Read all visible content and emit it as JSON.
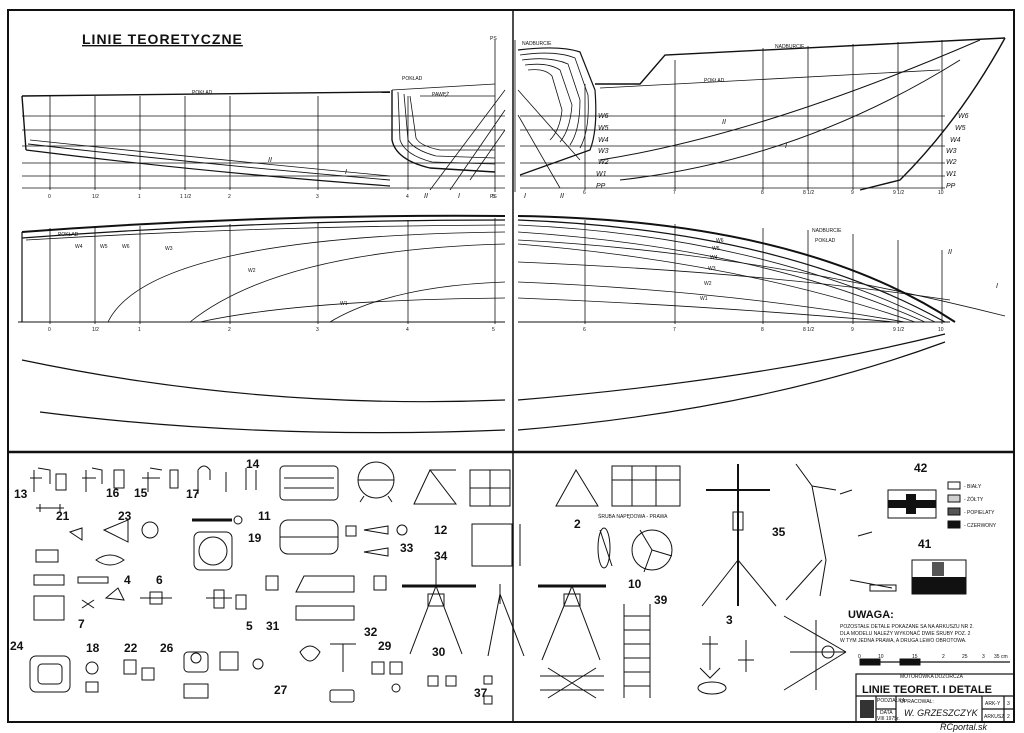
{
  "sheet": {
    "title": "LINIE TEORETYCZNE",
    "watermark": "RCportal.sk"
  },
  "profile_view": {
    "labels": {
      "pokl_stern": "POKŁAD",
      "pokl_mid": "POKŁAD",
      "nadburcie_mid": "NADBURCIE",
      "nadburcie_bow": "NADBURCIE",
      "pawez": "PAWĘŻ",
      "pokl_bow": "POKŁAD",
      "line_ii": "II",
      "line_i": "I",
      "bow_line_ii": "II",
      "bow_line_i": "I"
    },
    "stations_left": [
      "0",
      "1/2",
      "1",
      "1 1/2",
      "2",
      "3",
      "4",
      "5"
    ],
    "stations_right": [
      "6",
      "7",
      "8",
      "8 1/2",
      "9",
      "9 1/2",
      "10"
    ],
    "waterlines": [
      "W6",
      "W5",
      "W4",
      "W3",
      "W2",
      "W1",
      "PP"
    ],
    "bodyplan_labels": [
      "PS",
      "II",
      "I",
      "PS",
      "I",
      "II"
    ]
  },
  "halfbreadth_view": {
    "labels": {
      "pokl": "POKŁAD",
      "nadburcie": "NADBURCIE",
      "pokl_bow": "POKŁAD",
      "w_left": [
        "W4",
        "W5",
        "W6",
        "W3",
        "W2",
        "W1"
      ],
      "w_right": [
        "W6",
        "W5",
        "W4",
        "W3",
        "W2",
        "W1"
      ],
      "line_ii": "II",
      "line_i": "I"
    },
    "stations_left": [
      "0",
      "1/2",
      "1",
      "2",
      "3",
      "4",
      "5"
    ],
    "stations_right": [
      "6",
      "7",
      "8",
      "8 1/2",
      "9",
      "9 1/2",
      "10"
    ]
  },
  "details": {
    "part_numbers": [
      "13",
      "16",
      "15",
      "17",
      "14",
      "21",
      "23",
      "11",
      "19",
      "12",
      "2",
      "33",
      "34",
      "35",
      "42",
      "41",
      "4",
      "6",
      "7",
      "5",
      "31",
      "10",
      "39",
      "3",
      "24",
      "18",
      "22",
      "26",
      "27",
      "32",
      "29",
      "30",
      "37"
    ],
    "propeller_label": "ŚRUBA NAPĘDOWA - PRAWA",
    "uwaga_title": "UWAGA:",
    "uwaga_lines": [
      "POZOSTAŁE DETALE POKAZANE SA NA ARKUSZU NR 2.",
      "DLA MODELU NALEŻY WYKONAĆ DWIE ŚRUBY POZ. 2",
      "W TYM JEDNA PRAWA, A DRUGA LEWO OBROTOWA."
    ],
    "legend": [
      {
        "label": "- BIAŁY",
        "color": "#ffffff"
      },
      {
        "label": "- ŻÓŁTY",
        "color": "#cfcfcf"
      },
      {
        "label": "- POPIELATY",
        "color": "#555555"
      },
      {
        "label": "- CZERWONY",
        "color": "#111111"
      }
    ],
    "scale_ticks": [
      "0",
      "10",
      "15",
      "2",
      "25",
      "3",
      "35 cm"
    ]
  },
  "title_block": {
    "subtitle": "MOTORÓWKA DOZORCZA",
    "main": "LINIE TEORET. I DETALE",
    "podzialka_label": "PODZIAŁKA",
    "data_label": "DATA",
    "date_value": "VIII 1975r.",
    "opracowal_label": "OPRACOWAŁ:",
    "author": "W. GRZESZCZYK",
    "arkuszy_label": "ARK-Y",
    "arkuszy_value": "3",
    "arkusz_label": "ARKUSZ",
    "arkusz_value": "2"
  }
}
